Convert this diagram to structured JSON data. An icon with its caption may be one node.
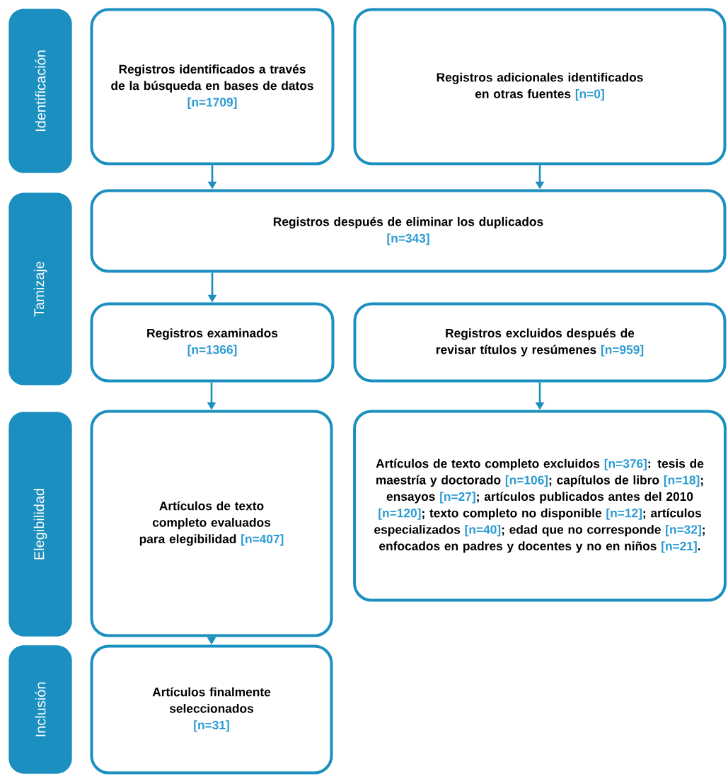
{
  "diagram": {
    "nodes": [
      {
        "text": [
          "Identificación"
        ]
      },
      {
        "text": [
          "Registros identificados a través de la búsqueda en bases de datos",
          "[n=1709]"
        ]
      },
      {
        "text": [
          "Registros adicionales identificados en otras fuentes",
          "[n=0]"
        ]
      },
      {
        "text": [
          "Tamizaje"
        ]
      },
      {
        "text": [
          "Registros después de eliminar los duplicados",
          "[n=343]"
        ]
      },
      {
        "text": [
          "Registros examinados",
          "[n=1366]"
        ]
      },
      {
        "text": [
          "Registros excluidos después de revisar títulos y resúmenes",
          "[n=959]"
        ]
      },
      {
        "text": [
          "Elegibilidad"
        ]
      },
      {
        "text": [
          "Artículos de texto completo evaluados para elegibilidad",
          "[n=407]"
        ]
      },
      {
        "text": [
          "Artículos de texto completo excluidos",
          "[n=376]",
          ": tesis de maestría y doctorado",
          "[n=106]",
          "; capítulos de libro",
          "[n=18]",
          "; ensayos",
          "[n=27]",
          "; artículos publicados antes del 2010",
          "[n=120]",
          "; texto completo no disponible",
          "[n=12]",
          "; artículos especializados",
          "[n=40]",
          "; edad que no corresponde",
          "[n=32]",
          "; enfocados en padres y docentes y no en niños",
          "[n=21]",
          "."
        ]
      },
      {
        "text": [
          "Inclusión"
        ]
      },
      {
        "text": [
          "Artículos finalmente seleccionados",
          "[n=31]"
        ]
      }
    ],
    "edges": [
      {
        "from": 1,
        "to": 4,
        "arrow": "to"
      },
      {
        "from": 2,
        "to": 4,
        "arrow": "to"
      },
      {
        "from": 4,
        "to": 5,
        "arrow": "to"
      },
      {
        "from": 5,
        "to": 8,
        "arrow": "to"
      },
      {
        "from": 6,
        "to": 9,
        "arrow": "to"
      },
      {
        "from": 8,
        "to": 11,
        "arrow": "to"
      }
    ]
  }
}
